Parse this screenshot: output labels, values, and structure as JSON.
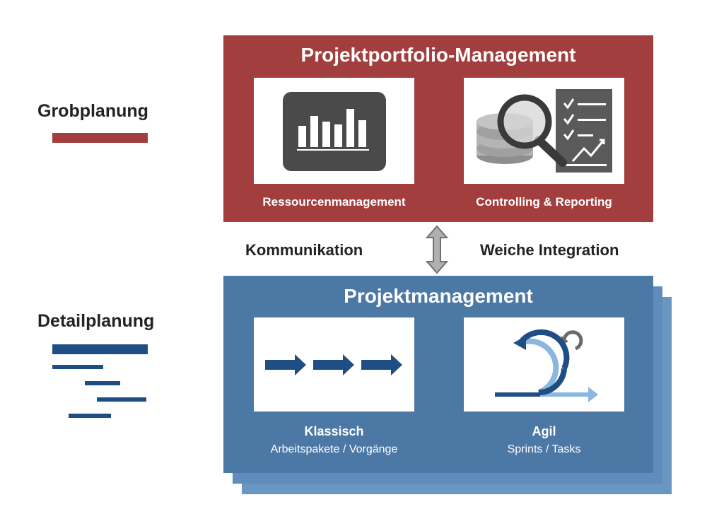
{
  "left": {
    "grob_label": "Grobplanung",
    "detail_label": "Detailplanung"
  },
  "top_panel": {
    "title": "Projektportfolio-Management",
    "card1_label": "Ressourcenmanagement",
    "card2_label": "Controlling & Reporting",
    "card1_icon": "bar-chart-icon",
    "card2_icon": "coins-magnifier-checklist-icon"
  },
  "middle": {
    "left_label": "Kommunikation",
    "right_label": "Weiche Integration",
    "icon": "double-arrow-icon"
  },
  "bottom_panel": {
    "title": "Projektmanagement",
    "card1_title": "Klassisch",
    "card1_sub": "Arbeitspakete / Vorgänge",
    "card2_title": "Agil",
    "card2_sub": "Sprints / Tasks",
    "card1_icon": "sequential-arrows-icon",
    "card2_icon": "sprint-cycle-icon"
  },
  "colors": {
    "red": "#a23e3e",
    "blue": "#4c78a5",
    "dark_blue": "#1f4e85",
    "light_blue": "#6a96c2"
  }
}
